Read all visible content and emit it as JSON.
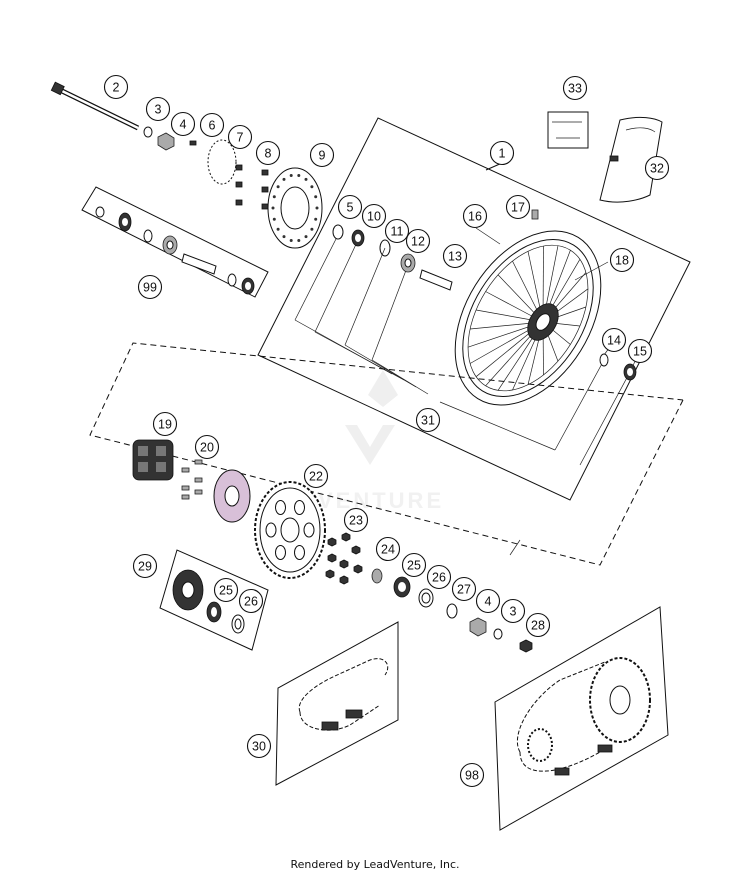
{
  "footer": "Rendered by LeadVenture, Inc.",
  "watermark": "VENTURE",
  "callouts": [
    {
      "id": "c1",
      "label": "1"
    },
    {
      "id": "c2",
      "label": "2"
    },
    {
      "id": "c3",
      "label": "3"
    },
    {
      "id": "c4",
      "label": "4"
    },
    {
      "id": "c5",
      "label": "5"
    },
    {
      "id": "c6",
      "label": "6"
    },
    {
      "id": "c7",
      "label": "7"
    },
    {
      "id": "c8",
      "label": "8"
    },
    {
      "id": "c9",
      "label": "9"
    },
    {
      "id": "c10",
      "label": "10"
    },
    {
      "id": "c11",
      "label": "11"
    },
    {
      "id": "c12",
      "label": "12"
    },
    {
      "id": "c13",
      "label": "13"
    },
    {
      "id": "c14",
      "label": "14"
    },
    {
      "id": "c15",
      "label": "15"
    },
    {
      "id": "c16",
      "label": "16"
    },
    {
      "id": "c17",
      "label": "17"
    },
    {
      "id": "c18",
      "label": "18"
    },
    {
      "id": "c19",
      "label": "19"
    },
    {
      "id": "c20",
      "label": "20"
    },
    {
      "id": "c22",
      "label": "22"
    },
    {
      "id": "c23",
      "label": "23"
    },
    {
      "id": "c24",
      "label": "24"
    },
    {
      "id": "c25a",
      "label": "25"
    },
    {
      "id": "c26a",
      "label": "26"
    },
    {
      "id": "c27",
      "label": "27"
    },
    {
      "id": "c4b",
      "label": "4"
    },
    {
      "id": "c3b",
      "label": "3"
    },
    {
      "id": "c28",
      "label": "28"
    },
    {
      "id": "c29",
      "label": "29"
    },
    {
      "id": "c25b",
      "label": "25"
    },
    {
      "id": "c26b",
      "label": "26"
    },
    {
      "id": "c30",
      "label": "30"
    },
    {
      "id": "c31",
      "label": "31"
    },
    {
      "id": "c32",
      "label": "32"
    },
    {
      "id": "c33",
      "label": "33"
    },
    {
      "id": "c98",
      "label": "98"
    },
    {
      "id": "c99",
      "label": "99"
    }
  ]
}
